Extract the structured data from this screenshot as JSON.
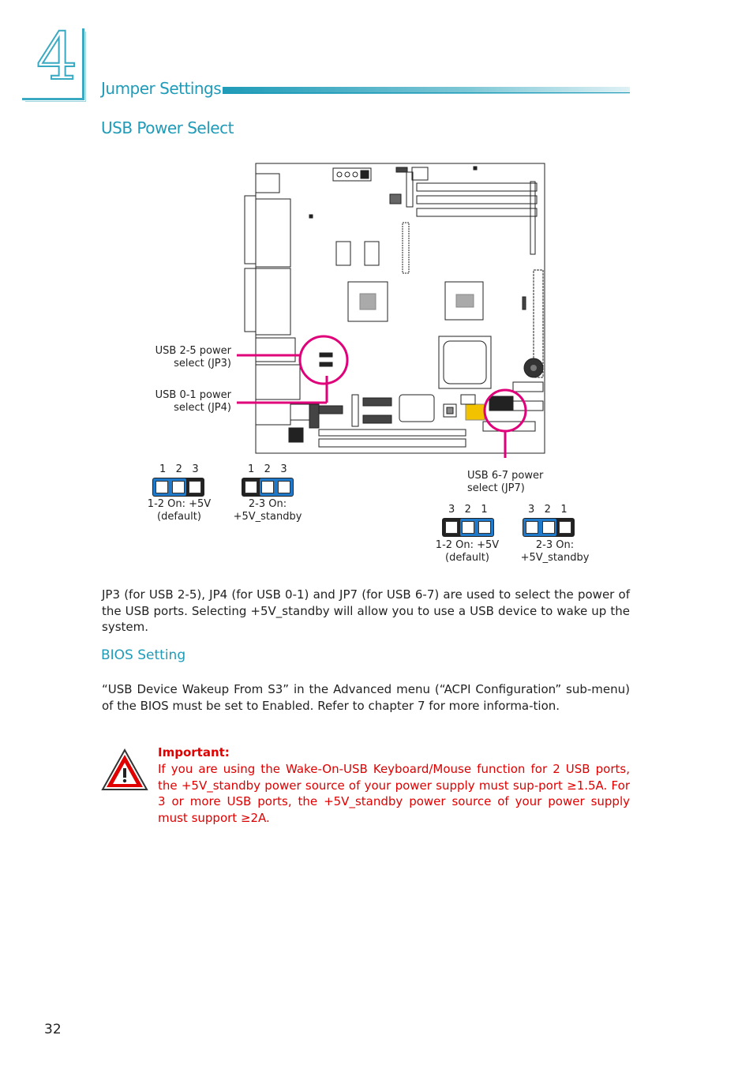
{
  "chapter": {
    "number": "4"
  },
  "section": {
    "title": "Jumper Settings"
  },
  "heading": "USB Power Select",
  "diagram": {
    "callouts": {
      "jp3": [
        "USB 2-5 power",
        "select (JP3)"
      ],
      "jp4": [
        "USB 0-1 power",
        "select (JP4)"
      ],
      "jp7": [
        "USB 6-7 power",
        "select (JP7)"
      ]
    },
    "jp34": {
      "pins_left": "1   2   3",
      "pins_right": "1   2   3",
      "cap_left": [
        "1-2 On: +5V",
        "(default)"
      ],
      "cap_right": [
        "2-3 On:",
        "+5V_standby"
      ]
    },
    "jp7": {
      "pins_left": "3   2   1",
      "pins_right": "3   2   1",
      "cap_left": [
        "1-2 On: +5V",
        "(default)"
      ],
      "cap_right": [
        "2-3 On:",
        "+5V_standby"
      ]
    },
    "colors": {
      "jumper": "#1f78c8",
      "highlight": "#e0007a",
      "frame": "#222222"
    }
  },
  "body": {
    "para1": "JP3 (for USB 2-5), JP4 (for USB 0-1) and JP7 (for USB 6-7) are used to select the power of the USB ports. Selecting +5V_standby will allow you to use a USB device to wake up the system.",
    "bios_heading": "BIOS Setting",
    "para2": "“USB Device Wakeup From S3” in the Advanced menu (“ACPI Configuration” sub-menu) of the BIOS must be set to Enabled. Refer to chapter 7 for more informa-tion."
  },
  "important": {
    "heading": "Important:",
    "text": "If you are using the Wake-On-USB Keyboard/Mouse function for 2 USB ports, the +5V_standby power source of your power supply must sup-port ≥1.5A. For 3 or more USB ports, the +5V_standby power source of your power supply must support ≥2A."
  },
  "page": {
    "number": "32"
  }
}
